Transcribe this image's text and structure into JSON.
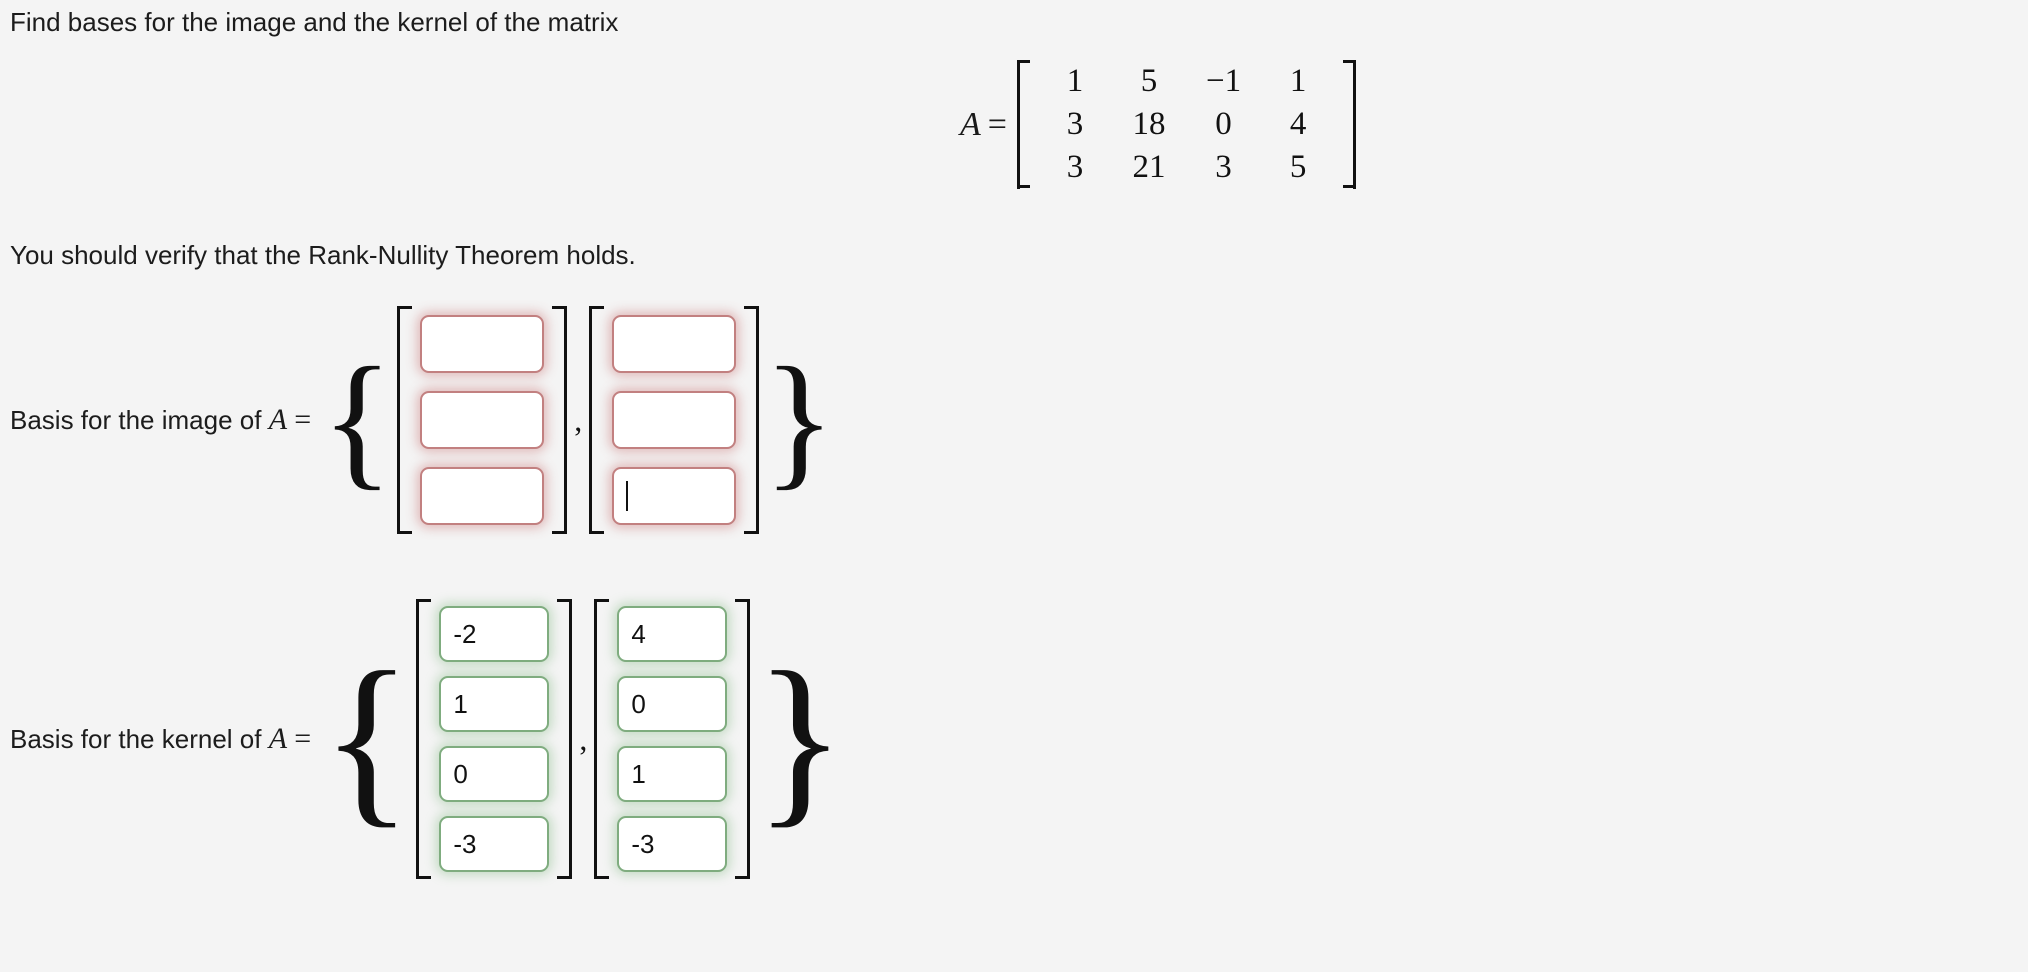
{
  "problem": {
    "instruction": "Find bases for the image and the kernel of the matrix",
    "note": "You should verify that the Rank-Nullity Theorem holds."
  },
  "matrix": {
    "name": "A",
    "equals": "=",
    "rows": [
      [
        "1",
        "5",
        "−1",
        "1"
      ],
      [
        "3",
        "18",
        "0",
        "4"
      ],
      [
        "3",
        "21",
        "3",
        "5"
      ]
    ]
  },
  "answers": {
    "image": {
      "label_prefix": "Basis for the image of",
      "label_var": "A",
      "label_eq": "=",
      "separator": ",",
      "status_color": "#c28080",
      "vectors": [
        {
          "values": [
            "",
            "",
            ""
          ],
          "status": "incorrect"
        },
        {
          "values": [
            "",
            "",
            ""
          ],
          "status": "incorrect"
        }
      ],
      "focused_vector": 1,
      "focused_cell": 2
    },
    "kernel": {
      "label_prefix": "Basis for the kernel of",
      "label_var": "A",
      "label_eq": "=",
      "separator": ",",
      "status_color": "#7fac7f",
      "vectors": [
        {
          "values": [
            "-2",
            "1",
            "0",
            "-3"
          ],
          "status": "correct"
        },
        {
          "values": [
            "4",
            "0",
            "1",
            "-3"
          ],
          "status": "correct"
        }
      ]
    }
  },
  "braces": {
    "open": "{",
    "close": "}"
  }
}
